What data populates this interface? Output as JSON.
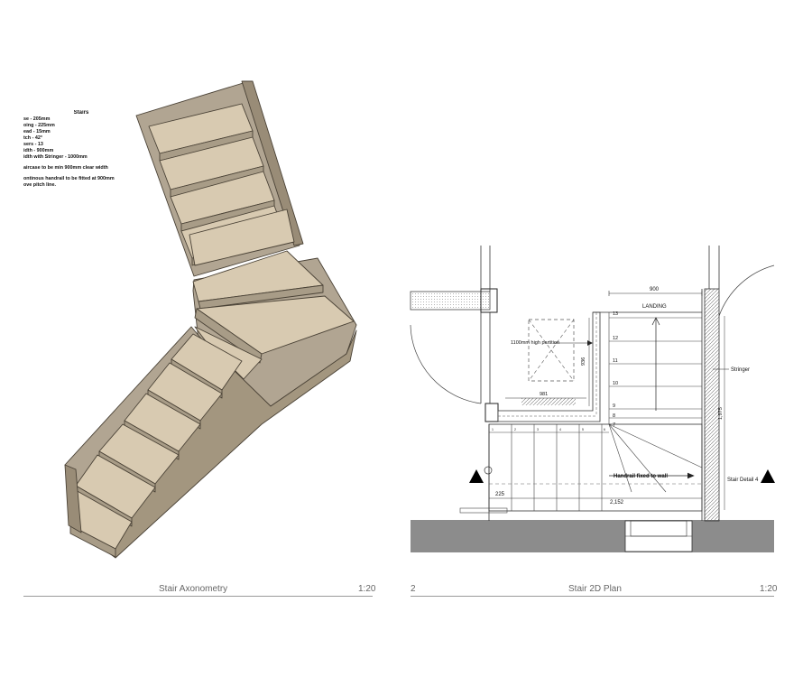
{
  "notes": {
    "title": "Stairs",
    "lines": [
      "se - 205mm",
      "oing - 225mm",
      "ead - 15mm",
      "tch - 42°",
      "sers - 13",
      "idth - 900mm",
      "idth with Stringer - 1000mm",
      "",
      "aircase to be min 900mm clear width",
      "",
      "ontinous handrail to be fitted at 900mm",
      "ove pitch line."
    ]
  },
  "left_panel": {
    "caption": "Stair Axonometry",
    "scale": "1:20"
  },
  "right_panel": {
    "number": "2",
    "caption": "Stair 2D Plan",
    "scale": "1:20"
  },
  "plan": {
    "dim_width": "900",
    "landing_label": "LANDING",
    "partition_label": "1100mm high partition",
    "dim_936": "936",
    "dim_981": "981",
    "stringer_label": "Stringer",
    "dim_1975": "1,975",
    "handrail_label": "Handrail fixed to wall",
    "stair_detail_label": "Stair Detail 4",
    "dim_225": "225",
    "dim_2152": "2,152",
    "tread_numbers": [
      "13",
      "12",
      "11",
      "10",
      "9",
      "8",
      "7"
    ],
    "small_numbers": [
      "1",
      "2",
      "3",
      "4",
      "5",
      "6"
    ]
  }
}
